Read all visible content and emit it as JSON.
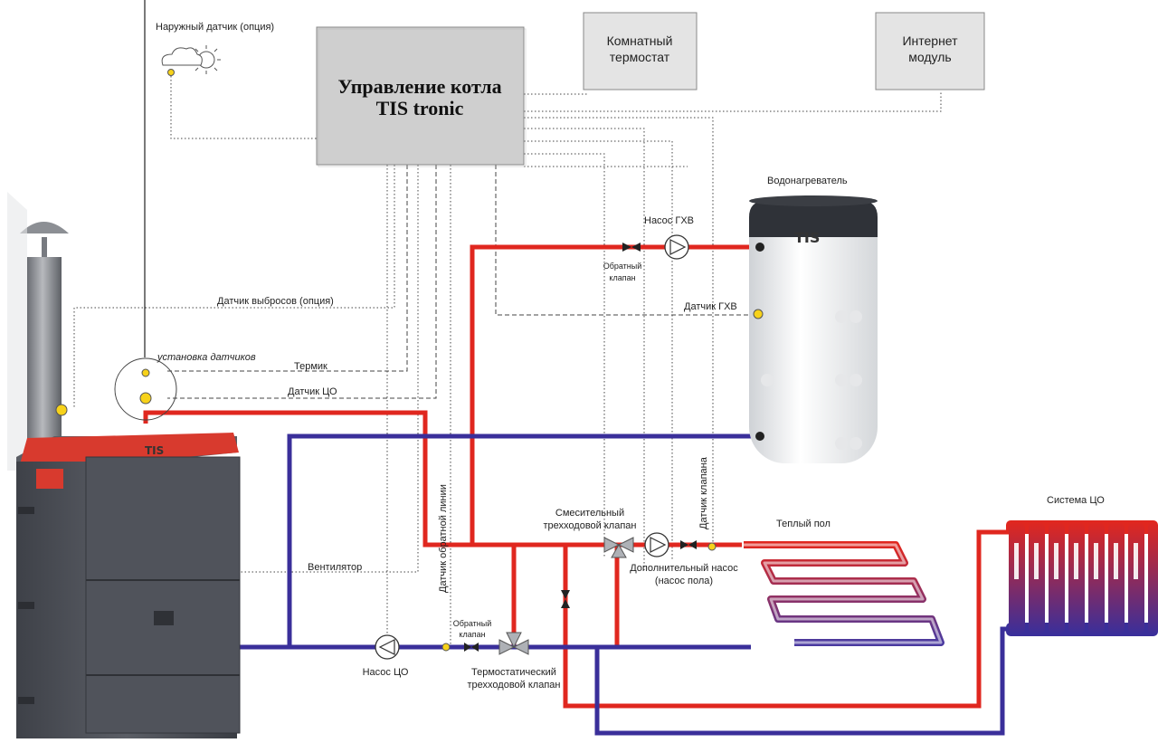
{
  "controller": {
    "line1": "Управление котла",
    "line2": "TIS tronic"
  },
  "room_thermostat": {
    "line1": "Комнатный",
    "line2": "термостат"
  },
  "internet_module": {
    "line1": "Интернет",
    "line2": "модуль"
  },
  "outdoor_sensor_label": "Наружный датчик (опция)",
  "water_heater_label": "Водонагреватель",
  "brand_text": "TIS",
  "dhw_pump_label": "Насос ГХВ",
  "check_valve_top": {
    "line1": "Обратный",
    "line2": "клапан"
  },
  "dhw_sensor_label": "Датчик ГХВ",
  "emission_sensor_label": "Датчик выбросов (опция)",
  "sensor_install_label": "установка датчиков",
  "thermal_label": "Термик",
  "co_sensor_label": "Датчик ЦО",
  "return_sensor_label": "Датчик обратной линии",
  "valve_sensor_label": "Датчик клапана",
  "mixing_valve": {
    "line1": "Смесительный",
    "line2": "трехходовой клапан"
  },
  "floor_heating_label": "Теплый пол",
  "extra_pump": {
    "line1": "Дополнительный насос",
    "line2": "(насос пола)"
  },
  "co_system_label": "Система ЦО",
  "fan_label": "Вентилятор",
  "check_valve_bottom": {
    "line1": "Обратный",
    "line2": "клапан"
  },
  "co_pump_label": "Насос ЦО",
  "thermo_valve": {
    "line1": "Термостатический",
    "line2": "трехходовой клапан"
  },
  "colors": {
    "supply": "#e0271f",
    "return": "#3a2f9a",
    "sensor": "#f7d21a",
    "boiler_body": "#4a4d55",
    "boiler_top": "#d83a2e"
  }
}
